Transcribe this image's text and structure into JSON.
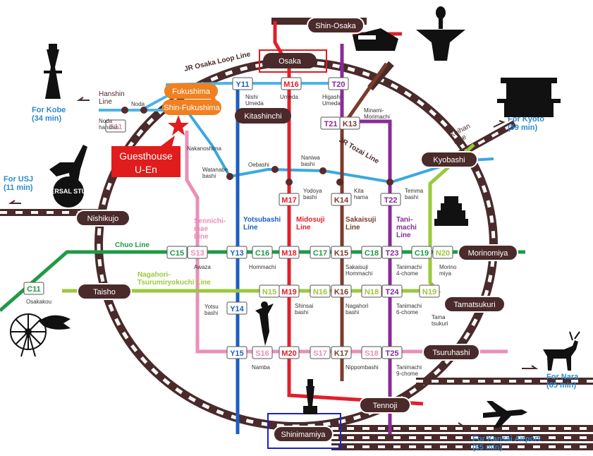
{
  "colors": {
    "loop": "#4a2a2a",
    "midosuji": "#e0202a",
    "yotsubashi": "#1d5fbf",
    "tanimachi": "#8a2a9a",
    "sakaisuji": "#7b3b2b",
    "chuo": "#1f9a45",
    "nagahori": "#9ac93a",
    "sennichimae": "#ea8fb8",
    "hanshin": "#4ab4e6",
    "tozai": "#3aa8e0",
    "orange": "#f08020",
    "guesthouse": "#e01c1c",
    "osaka_box": "#e01c1c",
    "shinimamiya_box": "#1a22c8",
    "direction": "#2a8ad0"
  },
  "lines": {
    "loop": "JR Osaka Loop Line",
    "tozai": "JR Tozai Line",
    "hanshin": "Hanshin\nLine",
    "keihan": "Keihan\nLine",
    "chuo": "Chuo Line",
    "nagahori": "Nagahori-\nTsurumiryokuchi Line",
    "sennichimae": "Sennichi-\nmae\nLine",
    "yotsubashi": "Yotsubashi\nLine",
    "midosuji": "Midosuji\nLine",
    "sakaisuji": "Sakaisuji\nLine",
    "tanimachi": "Tani-\nmachi\nLine"
  },
  "stations": {
    "shin_osaka": "Shin-Osaka",
    "osaka": "Osaka",
    "fukushima": "Fukushima",
    "shin_fukushima": "Shin-Fukushima",
    "kitashinchi": "Kitashinchi",
    "kyobashi": "Kyobashi",
    "nishikujo": "Nishikujo",
    "morinomiya": "Morinomiya",
    "taisho": "Taisho",
    "tamatsukuri": "Tamatsukuri",
    "tsuruhashi": "Tsuruhashi",
    "tennoji": "Tennoji",
    "shinimamiya": "Shinimamiya"
  },
  "codes": {
    "Y11": "Y11",
    "M16": "M16",
    "T20": "T20",
    "T21": "T21",
    "K13": "K13",
    "S11": "S11",
    "M17": "M17",
    "K14": "K14",
    "T22": "T22",
    "C15": "C15",
    "S13": "S13",
    "Y13": "Y13",
    "C16": "C16",
    "M18": "M18",
    "C17": "C17",
    "K15": "K15",
    "C18": "C18",
    "T23": "T23",
    "C19": "C19",
    "N20": "N20",
    "C11": "C11",
    "N15": "N15",
    "M19": "M19",
    "N16": "N16",
    "K16": "K16",
    "N18": "N18",
    "T24": "T24",
    "N19": "N19",
    "Y14": "Y14",
    "Y15": "Y15",
    "S16": "S16",
    "M20": "M20",
    "S17": "S17",
    "K17": "K17",
    "S18": "S18",
    "T25": "T25"
  },
  "small": {
    "nishi_umeda": "Nishi\nUmeda",
    "umeda": "Umeda",
    "higashi_umeda": "Higashi-\nUmeda",
    "minami_morimachi": "Minami-\nMorimachi",
    "noda": "Noda",
    "noda_hanshin": "Noda\nhanshin",
    "nakanoshima": "Nakanoshima",
    "watanabe_bashi": "Watanabe\nbashi",
    "oebashi": "Oebashi",
    "naniwa_bashi": "Naniwa\nbashi",
    "yodoya_bashi": "Yodoya\nbashi",
    "kita_hama": "Kita\nhama",
    "temma_bashi": "Temma\nbashi",
    "awaza": "Awaza",
    "hommachi": "Hommachi",
    "sakaisuji_hommachi": "Sakaisuji\nHommachi",
    "tanimachi_4": "Tanimachi\n4-chome",
    "morino_miya": "Morino\nmiya",
    "osakakou": "Osakakou",
    "yotsu_bashi": "Yotsu\nbashi",
    "shinsai_bashi": "Shinsai\nbashi",
    "nagahori_bashi": "Nagahori\nbashi",
    "tanimachi_6": "Tanimachi\n6-chome",
    "tama_tsukuri": "Tama\ntsukuri",
    "namba": "Namba",
    "nippombashi": "Nippombashi",
    "tanimachi_9": "Tanimachi\n9-chome"
  },
  "directions": {
    "kobe": "For Kobe\n(34 min)",
    "usj": "For USJ\n(11 min)",
    "kyoto": "For Kyoto\n(59 min)",
    "nara": "For Nara\n(65 min)",
    "kansai": "For Kansai Airport\n(65 min)"
  },
  "guesthouse": {
    "line1": "Guesthouse",
    "line2": "U-En"
  },
  "icons": {
    "usj": "UNIVERSAL STUDIOS",
    "tower": "tsutenkaku-tower-icon",
    "train": "shinkansen-icon",
    "deer": "deer-icon",
    "plane": "airplane-icon",
    "castle": "osaka-castle-icon",
    "temple": "temple-icon",
    "dino": "dinosaur-icon",
    "wheel": "ferris-wheel-icon",
    "whale": "whale-shark-icon",
    "sun": "tower-of-sun-icon",
    "dancer": "dancer-icon"
  }
}
